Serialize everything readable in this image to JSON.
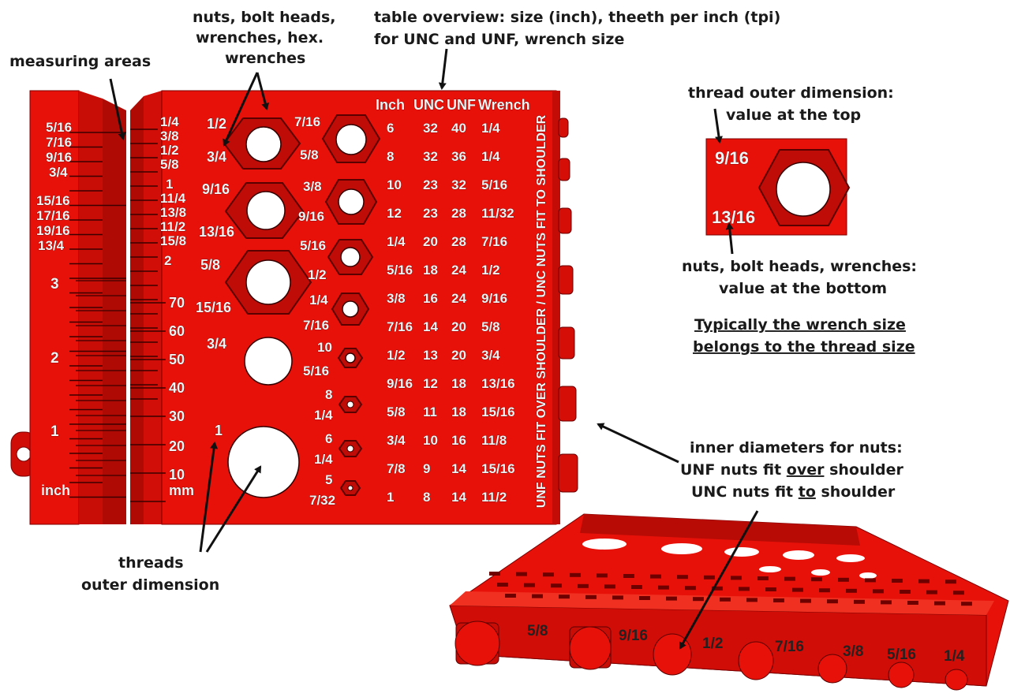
{
  "annotations": {
    "measuring_areas": "measuring areas",
    "nuts_l1": "nuts, bolt heads,",
    "nuts_l2": "wrenches, hex.",
    "nuts_l3": "wrenches",
    "table_l1": "table overview: size (inch), theeth per inch (tpi)",
    "table_l2": "for UNC and UNF, wrench size",
    "thread_outer_l1": "thread outer dimension:",
    "thread_outer_l2": "value at the top",
    "nuts_bottom_l1": "nuts, bolt heads, wrenches:",
    "nuts_bottom_l2": "value at the bottom",
    "typical_l1": "Typically the wrench size",
    "typical_l2": "belongs to the thread size",
    "threads_l1": "threads",
    "threads_l2": "outer dimension",
    "inner_l1": "inner diameters for nuts:",
    "inner_l2a": "UNF nuts fit ",
    "inner_l2b": "over",
    "inner_l2c": " shoulder",
    "inner_l3a": "UNC nuts fit ",
    "inner_l3b": "to",
    "inner_l3c": " shoulder"
  },
  "ruler_left": {
    "top_labels": [
      "5/16",
      "7/16",
      "9/16",
      "3/4",
      "15/16",
      "17/16",
      "19/16",
      "13/4"
    ],
    "numbers": [
      "3",
      "2",
      "1"
    ],
    "unit": "inch"
  },
  "ruler_right": {
    "top_labels": [
      "1/4",
      "3/8",
      "1/2",
      "5/8",
      "1",
      "11/4",
      "13/8",
      "11/2",
      "15/8",
      "2"
    ],
    "numbers": [
      "70",
      "60",
      "50",
      "40",
      "30",
      "20",
      "10"
    ],
    "unit": "mm"
  },
  "hex_column_1": [
    {
      "top": "1/2",
      "bottom": "3/4"
    },
    {
      "top": "9/16",
      "bottom": "13/16"
    },
    {
      "top": "5/8",
      "bottom": "15/16"
    },
    {
      "top": "3/4",
      "bottom": ""
    },
    {
      "top": "1",
      "bottom": ""
    }
  ],
  "hex_column_2": [
    {
      "top": "7/16",
      "bottom": "5/8"
    },
    {
      "top": "3/8",
      "bottom": "9/16"
    },
    {
      "top": "5/16",
      "bottom": "1/2"
    },
    {
      "top": "1/4",
      "bottom": "7/16"
    },
    {
      "top": "10",
      "bottom": "5/16"
    },
    {
      "top": "8",
      "bottom": "1/4"
    },
    {
      "top": "6",
      "bottom": "1/4"
    },
    {
      "top": "5",
      "bottom": "7/32"
    }
  ],
  "table": {
    "headers": [
      "Inch",
      "UNC",
      "UNF",
      "Wrench"
    ],
    "rows": [
      [
        "6",
        "32",
        "40",
        "1/4"
      ],
      [
        "8",
        "32",
        "36",
        "1/4"
      ],
      [
        "10",
        "23",
        "32",
        "5/16"
      ],
      [
        "12",
        "23",
        "28",
        "11/32"
      ],
      [
        "1/4",
        "20",
        "28",
        "7/16"
      ],
      [
        "5/16",
        "18",
        "24",
        "1/2"
      ],
      [
        "3/8",
        "16",
        "24",
        "9/16"
      ],
      [
        "7/16",
        "14",
        "20",
        "5/8"
      ],
      [
        "1/2",
        "13",
        "20",
        "3/4"
      ],
      [
        "9/16",
        "12",
        "18",
        "13/16"
      ],
      [
        "5/8",
        "11",
        "18",
        "15/16"
      ],
      [
        "3/4",
        "10",
        "16",
        "11/8"
      ],
      [
        "7/8",
        "9",
        "14",
        "15/16"
      ],
      [
        "1",
        "8",
        "14",
        "11/2"
      ]
    ]
  },
  "vertical_text": "UNF NUTS FIT OVER SHOULDER / UNC NUTS FIT TO SHOULDER",
  "example_box": {
    "top": "9/16",
    "bottom": "13/16"
  },
  "bottom_model_labels": [
    "5/8",
    "9/16",
    "1/2",
    "7/16",
    "3/8",
    "5/16",
    "1/4"
  ],
  "colors": {
    "plate": "#e8110a",
    "plate_dark": "#b00a05",
    "plate_shadow": "#6e0000",
    "text": "#1a1a1a"
  }
}
